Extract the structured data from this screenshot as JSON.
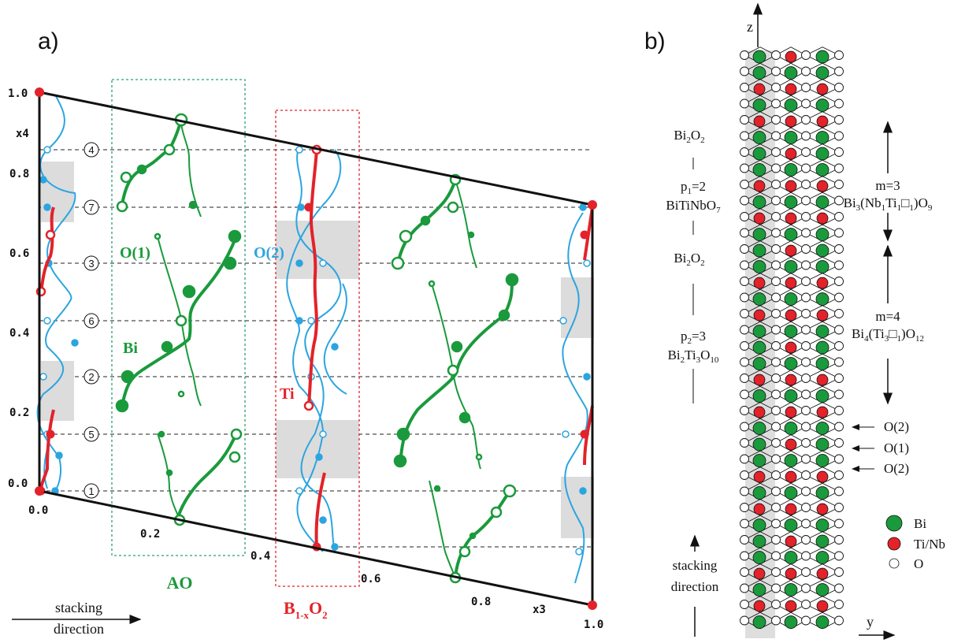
{
  "colors": {
    "bi": "#1a9a3c",
    "ti": "#e3222a",
    "oxygen": "#2ba5e0",
    "shade": "#dcdcdc",
    "ao_box": "#2aa070",
    "b_box": "#e3222a",
    "frame": "#111111"
  },
  "panel_a": {
    "label": "a)",
    "ytick_labels": [
      "1.0",
      "0.8",
      "0.6",
      "0.4",
      "0.2",
      "0.0"
    ],
    "y_axis_name": "x4",
    "xtick_labels": [
      "0.0",
      "0.2",
      "0.4",
      "0.6",
      "0.8",
      "1.0"
    ],
    "x_axis_name": "x3",
    "circled_numbers": [
      "4",
      "7",
      "3",
      "6",
      "2",
      "5",
      "1"
    ],
    "atom_labels": {
      "o1": "O(1)",
      "o2": "O(2)",
      "bi": "Bi",
      "ti": "Ti"
    },
    "ao_label": "AO",
    "b_label_main": "B",
    "b_label_sub1": "1-x",
    "b_label_mid": "O",
    "b_label_sub2": "2",
    "stacking_line1": "stacking",
    "stacking_line2": "direction"
  },
  "panel_b": {
    "label": "b)",
    "z_axis": "z",
    "y_axis": "y",
    "left": {
      "bi2o2_top": "Bi2O2",
      "p1": "p1=2",
      "p1_formula": "BiTiNbO7",
      "bi2o2_mid": "Bi2O2",
      "p2": "p2=3",
      "p2_formula": "Bi2Ti3O10",
      "stacking_line1": "stacking",
      "stacking_line2": "direction"
    },
    "right": {
      "m3": "m=3",
      "m3_formula": "Bi3(Nb1Ti1□1)O9",
      "m4": "m=4",
      "m4_formula": "Bi4(Ti3□1)O12",
      "o2_a": "O(2)",
      "o1": "O(1)",
      "o2_b": "O(2)"
    },
    "legend": [
      "Bi",
      "Ti/Nb",
      "O"
    ]
  }
}
